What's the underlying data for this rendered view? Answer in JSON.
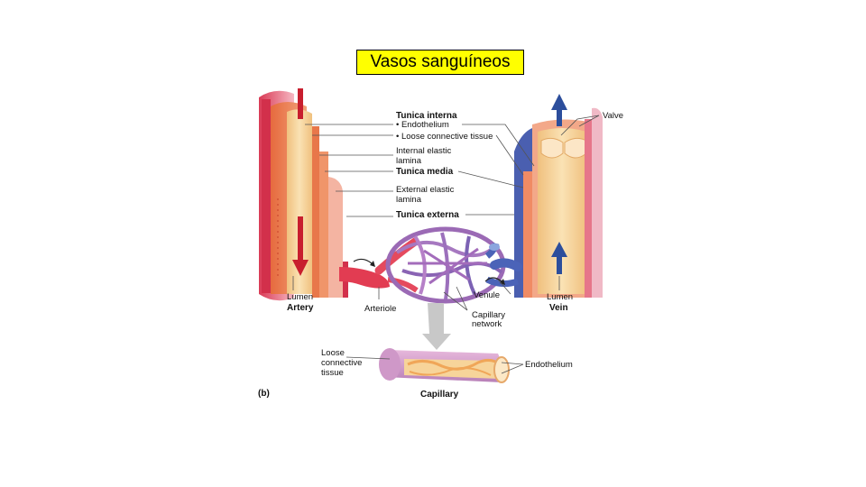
{
  "slide": {
    "title": "Vasos sanguíneos"
  },
  "figure": {
    "panel_label": "(b)",
    "labels": {
      "tunica_interna": "Tunica interna",
      "endothelium_bullet": "• Endothelium",
      "loose_ct_bullet": "• Loose connective tissue",
      "internal_elastic_1": "Internal elastic",
      "internal_elastic_2": "lamina",
      "tunica_media": "Tunica media",
      "external_elastic_1": "External elastic",
      "external_elastic_2": "lamina",
      "tunica_externa": "Tunica externa",
      "valve": "Valve",
      "lumen_artery": "Lumen",
      "artery": "Artery",
      "arteriole": "Arteriole",
      "capillary_network_1": "Capillary",
      "capillary_network_2": "network",
      "venule": "Venule",
      "lumen_vein": "Lumen",
      "vein": "Vein",
      "loose_ct_1": "Loose",
      "loose_ct_2": "connective",
      "loose_ct_3": "tissue",
      "endothelium": "Endothelium",
      "capillary": "Capillary"
    },
    "colors": {
      "artery_red": "#d8304a",
      "muscle_orange": "#e8774a",
      "vein_blue": "#4a5fb0",
      "adventitia_pink": "#f3b6c0",
      "lumen_tan": "#f6d29a",
      "capillary_purple": "#9b6ab5",
      "arrow_navy": "#2c4e9c"
    }
  }
}
